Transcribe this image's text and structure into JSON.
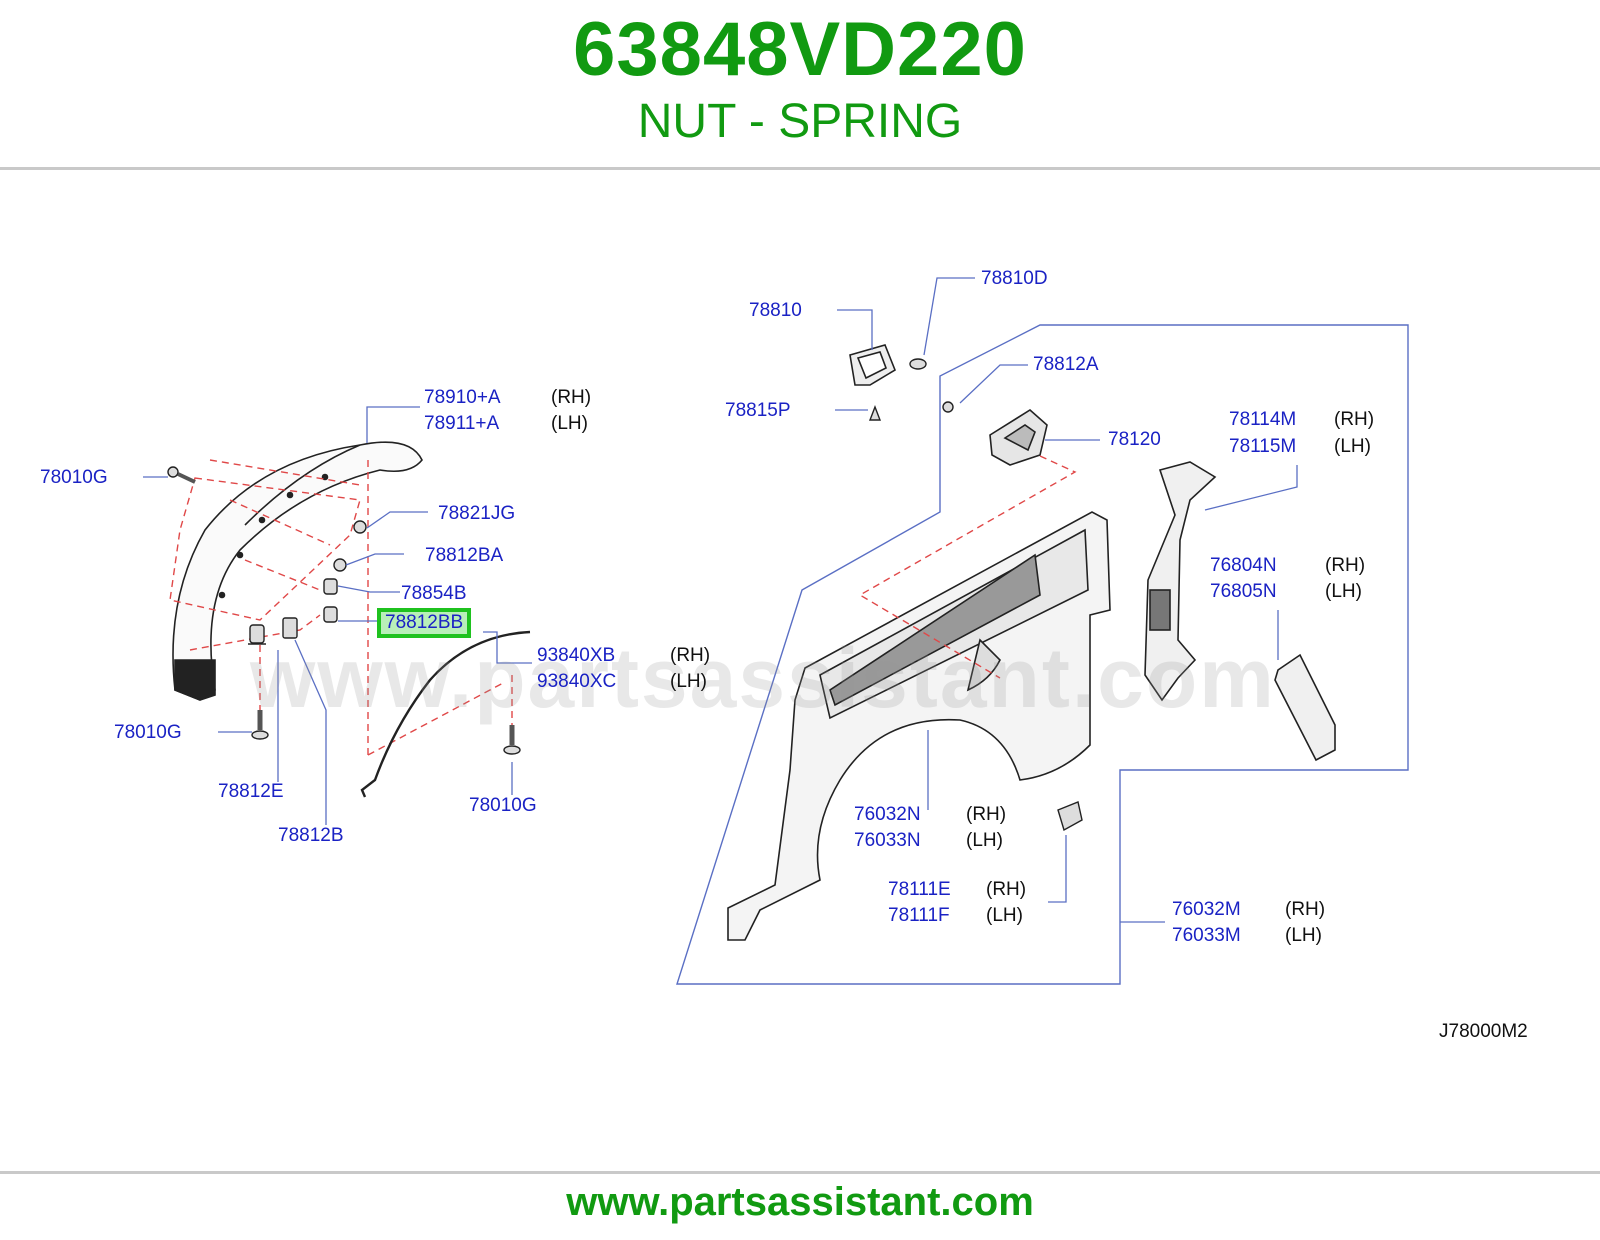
{
  "header": {
    "part_number": "63848VD220",
    "part_name": "NUT - SPRING"
  },
  "footer": {
    "url": "www.partsassistant.com"
  },
  "diagram": {
    "watermark": "www.partsassistant.com",
    "code": "J78000M2",
    "side_labels": {
      "rh": "(RH)",
      "lh": "(LH)"
    },
    "callouts": {
      "p78910A": "78910+A",
      "p78911A": "78911+A",
      "p78010G_a": "78010G",
      "p78821JG": "78821JG",
      "p78812BA": "78812BA",
      "p78854B": "78854B",
      "p78812BB": "78812BB",
      "p93840XB": "93840XB",
      "p93840XC": "93840XC",
      "p78010G_b": "78010G",
      "p78812E": "78812E",
      "p78812B": "78812B",
      "p78010G_c": "78010G",
      "p78810": "78810",
      "p78810D": "78810D",
      "p78815P": "78815P",
      "p78812A": "78812A",
      "p78120": "78120",
      "p78114M": "78114M",
      "p78115M": "78115M",
      "p76804N": "76804N",
      "p76805N": "76805N",
      "p76032N": "76032N",
      "p76033N": "76033N",
      "p78111E": "78111E",
      "p78111F": "78111F",
      "p76032M": "76032M",
      "p76033M": "76033M"
    },
    "highlighted_part": "78812BB",
    "colors": {
      "brand_green": "#119a11",
      "callout_blue": "#1a22c4",
      "highlight_border": "#1fc21f",
      "highlight_fill": "#b9efb9",
      "leader_line": "#5a6fc4",
      "dash_red": "#e04848"
    }
  }
}
